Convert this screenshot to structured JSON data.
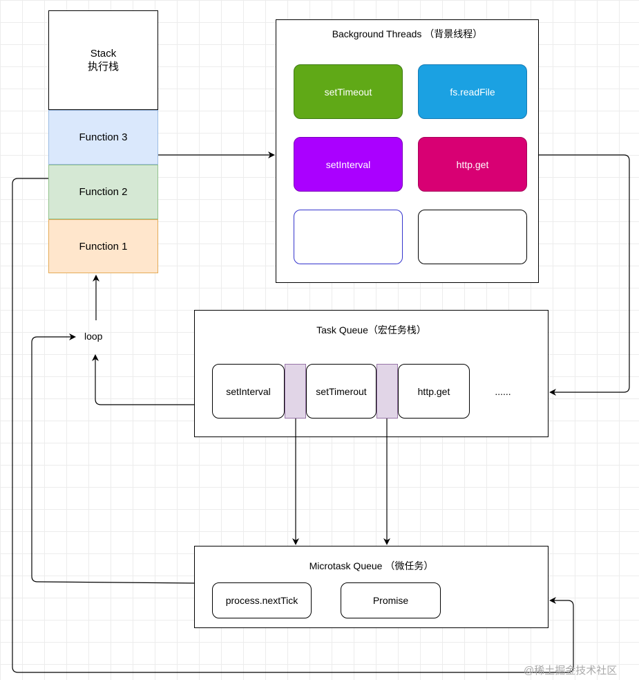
{
  "stack": {
    "title": "Stack",
    "subtitle": "执行栈",
    "functions": [
      "Function 3",
      "Function 2",
      "Function 1"
    ]
  },
  "background": {
    "title": "Background Threads （背景线程）",
    "tiles": [
      {
        "label": "setTimeout",
        "color": "#60a917"
      },
      {
        "label": "fs.readFile",
        "color": "#1ba1e2"
      },
      {
        "label": "setInterval",
        "color": "#aa00ff"
      },
      {
        "label": "http.get",
        "color": "#d80073"
      },
      {
        "label": "",
        "color": "#ffffff",
        "border": "#3333cc"
      },
      {
        "label": "",
        "color": "#ffffff",
        "border": "#000000"
      }
    ]
  },
  "task_queue": {
    "title": "Task Queue（宏任务栈）",
    "items": [
      "setInterval",
      "setTimerout",
      "http.get",
      "......"
    ]
  },
  "microtask_queue": {
    "title": "Microtask Queue （微任务）",
    "items": [
      "process.nextTick",
      "Promise"
    ]
  },
  "loop_label": "loop",
  "watermark": "@稀土掘金技术社区"
}
